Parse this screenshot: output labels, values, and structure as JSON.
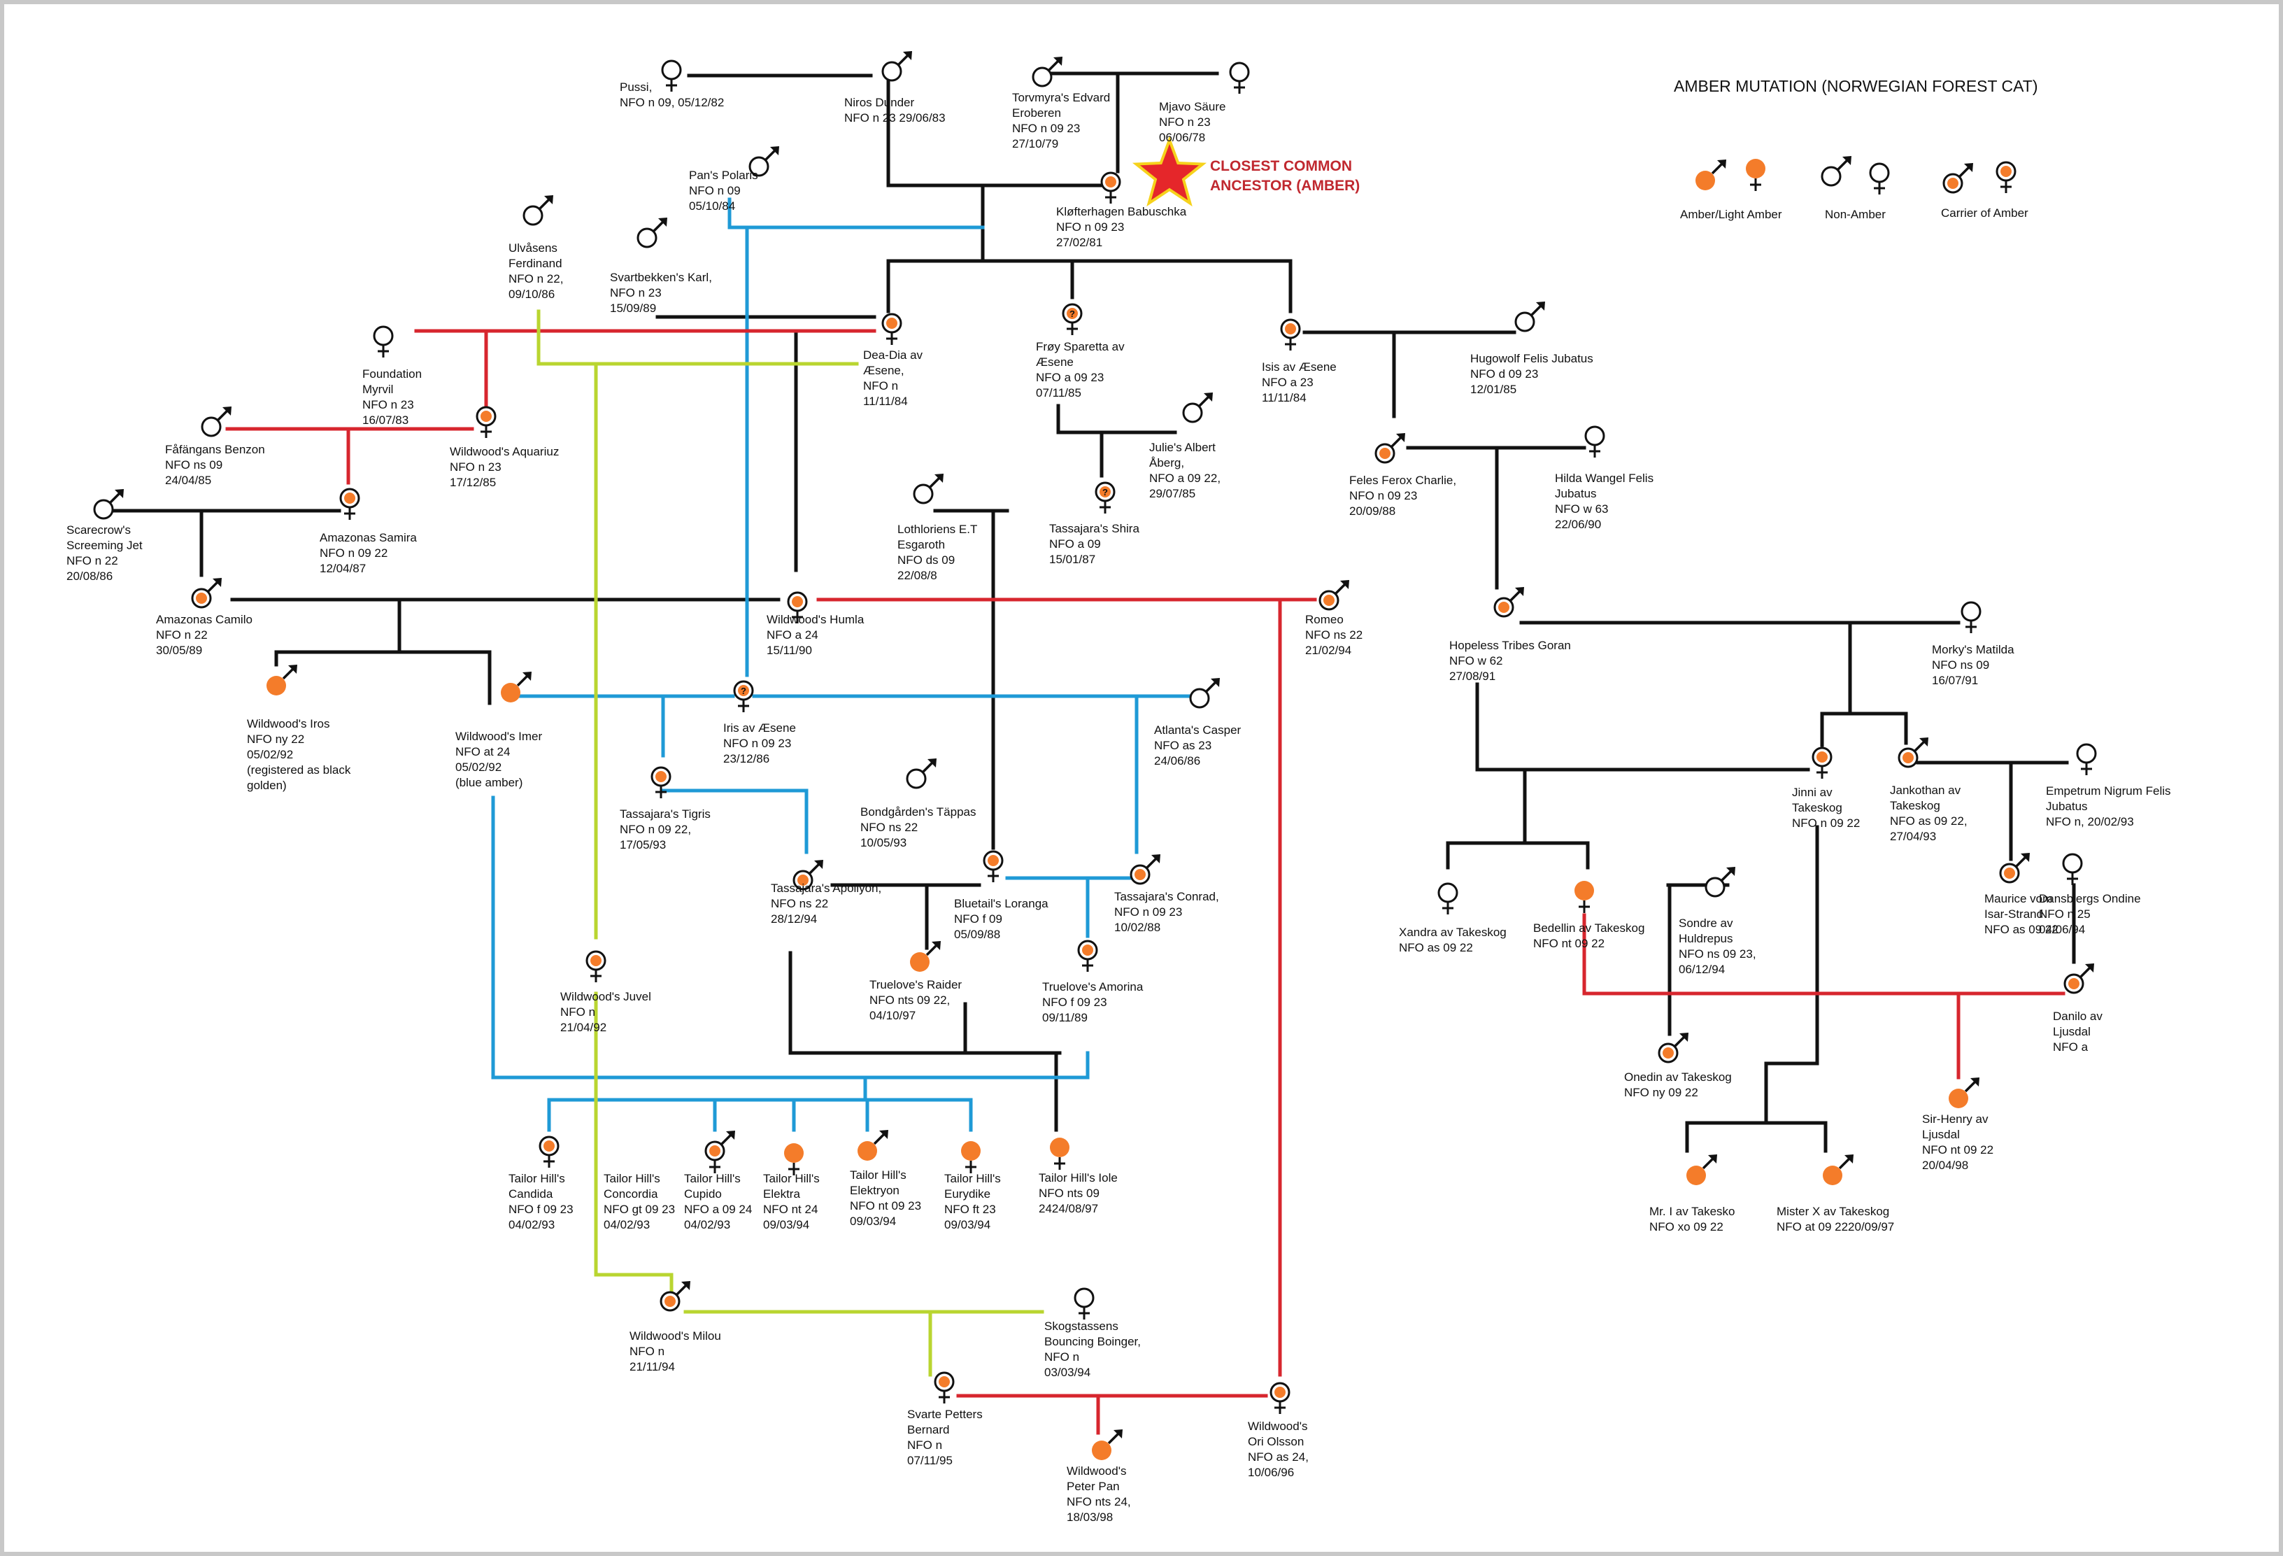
{
  "title": "AMBER MUTATION (NORWEGIAN FOREST CAT)",
  "closest_ancestor": [
    "CLOSEST COMMON",
    "ANCESTOR (AMBER)"
  ],
  "legend": [
    {
      "label": "Amber/Light Amber",
      "status": "amber"
    },
    {
      "label": "Non-Amber",
      "status": "non"
    },
    {
      "label": "Carrier of Amber",
      "status": "carrier"
    }
  ],
  "colors": {
    "amber": "#f47c2a",
    "black": "#111111",
    "blue": "#1f9ad6",
    "red": "#d7262e",
    "green": "#b9d530",
    "star": "#e5262a",
    "star_outline": "#f6d21c"
  },
  "cats": [
    {
      "id": "pussi",
      "sex": "f",
      "status": "non",
      "lines": [
        "Pussi,",
        "NFO n 09, 05/12/82"
      ]
    },
    {
      "id": "niros",
      "sex": "m",
      "status": "non",
      "lines": [
        "Niros Dunder",
        "NFO n 23  29/06/83"
      ]
    },
    {
      "id": "torvmyra",
      "sex": "m",
      "status": "non",
      "lines": [
        "Torvmyra's Edvard",
        "Eroberen",
        "NFO n 09 23",
        "27/10/79"
      ]
    },
    {
      "id": "mjavo",
      "sex": "f",
      "status": "non",
      "lines": [
        "Mjavo Säure",
        "NFO n 23",
        "06/06/78"
      ]
    },
    {
      "id": "pans",
      "sex": "m",
      "status": "non",
      "lines": [
        "Pan's Polaris",
        "NFO n 09",
        "05/10/84"
      ]
    },
    {
      "id": "babuschka",
      "sex": "f",
      "status": "carrier",
      "lines": [
        "Kløfterhagen Babuschka",
        "NFO n 09 23",
        "27/02/81"
      ]
    },
    {
      "id": "ulvasens",
      "sex": "m",
      "status": "non",
      "lines": [
        "Ulvåsens",
        "Ferdinand",
        "NFO n 22,",
        "09/10/86"
      ]
    },
    {
      "id": "svartbekken",
      "sex": "m",
      "status": "non",
      "lines": [
        "Svartbekken's Karl,",
        "NFO n 23",
        "15/09/89"
      ]
    },
    {
      "id": "myrvil",
      "sex": "f",
      "status": "non",
      "lines": [
        "Foundation",
        "Myrvil",
        "NFO n 23",
        "16/07/83"
      ]
    },
    {
      "id": "deadia",
      "sex": "f",
      "status": "carrier",
      "lines": [
        "Dea-Dia av",
        "Æsene,",
        "NFO n",
        "11/11/84"
      ]
    },
    {
      "id": "froy",
      "sex": "f",
      "status": "unknown",
      "lines": [
        "Frøy Sparetta av",
        "Æsene",
        "NFO a 09 23",
        "07/11/85"
      ]
    },
    {
      "id": "isis",
      "sex": "f",
      "status": "carrier",
      "lines": [
        "Isis av Æsene",
        "NFO a 23",
        "11/11/84"
      ]
    },
    {
      "id": "hugowolf",
      "sex": "m",
      "status": "non",
      "lines": [
        "Hugowolf Felis Jubatus",
        "NFO d 09 23",
        "12/01/85"
      ]
    },
    {
      "id": "fafangans",
      "sex": "m",
      "status": "non",
      "lines": [
        "Fåfängans Benzon",
        "NFO ns 09",
        "24/04/85"
      ]
    },
    {
      "id": "aquariuz",
      "sex": "f",
      "status": "carrier",
      "lines": [
        "Wildwood's Aquariuz",
        "NFO n 23",
        "17/12/85"
      ]
    },
    {
      "id": "julies",
      "sex": "m",
      "status": "non",
      "lines": [
        "Julie's Albert",
        "Åberg,",
        "NFO a 09 22,",
        "29/07/85"
      ]
    },
    {
      "id": "feles",
      "sex": "m",
      "status": "carrier",
      "lines": [
        "Feles Ferox Charlie,",
        "NFO n 09 23",
        "20/09/88"
      ]
    },
    {
      "id": "hilda",
      "sex": "f",
      "status": "non",
      "lines": [
        "Hilda Wangel Felis",
        "Jubatus",
        "NFO w 63",
        "22/06/90"
      ]
    },
    {
      "id": "scarecrow",
      "sex": "m",
      "status": "non",
      "lines": [
        "Scarecrow's",
        "Screeming Jet",
        "NFO n 22",
        "20/08/86"
      ]
    },
    {
      "id": "samira",
      "sex": "f",
      "status": "carrier",
      "lines": [
        "Amazonas Samira",
        "NFO n 09 22",
        "12/04/87"
      ]
    },
    {
      "id": "lothloriens",
      "sex": "m",
      "status": "non",
      "lines": [
        "Lothloriens E.T",
        "Esgaroth",
        "NFO ds 09",
        "22/08/8"
      ]
    },
    {
      "id": "shira",
      "sex": "f",
      "status": "unknown",
      "lines": [
        "Tassajara's Shira",
        "NFO a 09",
        "15/01/87"
      ]
    },
    {
      "id": "camilo",
      "sex": "m",
      "status": "carrier",
      "lines": [
        "Amazonas Camilo",
        "NFO n 22",
        "30/05/89"
      ]
    },
    {
      "id": "humla",
      "sex": "f",
      "status": "carrier",
      "lines": [
        "Wildwood's Humla",
        "NFO a 24",
        "15/11/90"
      ]
    },
    {
      "id": "romeo",
      "sex": "m",
      "status": "carrier",
      "lines": [
        "Romeo",
        "NFO ns 22",
        "21/02/94"
      ]
    },
    {
      "id": "goran",
      "sex": "m",
      "status": "carrier",
      "lines": [
        "Hopeless Tribes Goran",
        "NFO w 62",
        "27/08/91"
      ]
    },
    {
      "id": "morkys",
      "sex": "f",
      "status": "non",
      "lines": [
        "Morky's Matilda",
        "NFO ns 09",
        "16/07/91"
      ]
    },
    {
      "id": "iros",
      "sex": "m",
      "status": "amber",
      "lines": [
        "Wildwood's Iros",
        "NFO ny 22",
        "05/02/92",
        "(registered as black",
        "golden)"
      ]
    },
    {
      "id": "imer",
      "sex": "m",
      "status": "amber",
      "lines": [
        "Wildwood's Imer",
        "NFO at 24",
        "05/02/92",
        "(blue amber)"
      ]
    },
    {
      "id": "iris",
      "sex": "f",
      "status": "unknown",
      "lines": [
        "Iris av Æsene",
        "NFO n 09 23",
        "23/12/86"
      ]
    },
    {
      "id": "casper",
      "sex": "m",
      "status": "non",
      "lines": [
        "Atlanta's Casper",
        "NFO as 23",
        "24/06/86"
      ]
    },
    {
      "id": "tigris",
      "sex": "f",
      "status": "carrier",
      "lines": [
        "Tassajara's Tigris",
        "NFO n 09 22,",
        "17/05/93"
      ]
    },
    {
      "id": "tappas",
      "sex": "m",
      "status": "non",
      "lines": [
        "Bondgården's Täppas",
        "NFO ns 22",
        "10/05/93"
      ]
    },
    {
      "id": "jinni",
      "sex": "f",
      "status": "carrier",
      "lines": [
        "Jinni av",
        "Takeskog",
        "NFO n 09 22"
      ]
    },
    {
      "id": "jankothan",
      "sex": "m",
      "status": "carrier",
      "lines": [
        "Jankothan av",
        "Takeskog",
        "NFO as 09 22,",
        "27/04/93"
      ]
    },
    {
      "id": "empetrum",
      "sex": "f",
      "status": "non",
      "lines": [
        "Empetrum Nigrum Felis",
        "Jubatus",
        "NFO n, 20/02/93"
      ]
    },
    {
      "id": "apollyon",
      "sex": "m",
      "status": "carrier",
      "lines": [
        "Tassajara's Apollyon,",
        "NFO ns 22",
        "28/12/94"
      ]
    },
    {
      "id": "loranga",
      "sex": "f",
      "status": "carrier",
      "lines": [
        "Bluetail's Loranga",
        "NFO f 09",
        "05/09/88"
      ]
    },
    {
      "id": "conrad",
      "sex": "m",
      "status": "carrier",
      "lines": [
        "Tassajara's Conrad,",
        "NFO n 09 23",
        "10/02/88"
      ]
    },
    {
      "id": "xandra",
      "sex": "f",
      "status": "non",
      "lines": [
        "Xandra av Takeskog",
        "NFO as 09 22"
      ]
    },
    {
      "id": "bedellin",
      "sex": "f",
      "status": "amber",
      "lines": [
        "Bedellin av Takeskog",
        "NFO nt 09 22"
      ]
    },
    {
      "id": "sondre",
      "sex": "m",
      "status": "non",
      "lines": [
        "Sondre av",
        "Huldrepus",
        "NFO ns 09 23,",
        "06/12/94"
      ]
    },
    {
      "id": "maurice",
      "sex": "m",
      "status": "carrier",
      "lines": [
        "Maurice vom",
        "Isar-Strand",
        "NFO as 09 22"
      ]
    },
    {
      "id": "ondine",
      "sex": "f",
      "status": "non",
      "lines": [
        "Dansbjergs Ondine",
        "NFO n 25",
        "04/06/94"
      ]
    },
    {
      "id": "raider",
      "sex": "m",
      "status": "amber",
      "lines": [
        "Truelove's Raider",
        "NFO nts 09 22,",
        "04/10/97"
      ]
    },
    {
      "id": "amorina",
      "sex": "f",
      "status": "carrier",
      "lines": [
        "Truelove's Amorina",
        "NFO f 09 23",
        "09/11/89"
      ]
    },
    {
      "id": "juvel",
      "sex": "f",
      "status": "carrier",
      "lines": [
        "Wildwood's Juvel",
        "NFO n",
        "21/04/92"
      ]
    },
    {
      "id": "danilo",
      "sex": "m",
      "status": "carrier",
      "lines": [
        "Danilo av",
        "Ljusdal",
        "NFO a"
      ]
    },
    {
      "id": "onedin",
      "sex": "m",
      "status": "carrier",
      "lines": [
        "Onedin av Takeskog",
        "NFO ny 09 22"
      ]
    },
    {
      "id": "sirhenry",
      "sex": "m",
      "status": "amber",
      "lines": [
        "Sir-Henry av",
        "Ljusdal",
        "NFO nt 09 22",
        "20/04/98"
      ]
    },
    {
      "id": "candida",
      "sex": "f",
      "status": "carrier",
      "lines": [
        "Tailor Hill's",
        "Candida",
        "NFO f 09 23",
        "04/02/93"
      ]
    },
    {
      "id": "concordia",
      "sex": "f",
      "status": "amber",
      "lines": [
        "Tailor Hill's",
        "Concordia",
        "NFO gt 09 23",
        "04/02/93"
      ]
    },
    {
      "id": "cupido",
      "sex": "m",
      "status": "carrier",
      "lines": [
        "Tailor Hill's",
        "Cupido",
        "NFO a 09 24",
        "04/02/93"
      ]
    },
    {
      "id": "elektra",
      "sex": "f",
      "status": "amber",
      "lines": [
        "Tailor Hill's",
        "Elektra",
        "NFO nt 24",
        "09/03/94"
      ]
    },
    {
      "id": "elektryon",
      "sex": "m",
      "status": "amber",
      "lines": [
        "Tailor Hill's",
        "Elektryon",
        "NFO nt 09 23",
        "09/03/94"
      ]
    },
    {
      "id": "eurydike",
      "sex": "f",
      "status": "amber",
      "lines": [
        "Tailor Hill's",
        "Eurydike",
        "NFO ft 23",
        "09/03/94"
      ]
    },
    {
      "id": "iole",
      "sex": "f",
      "status": "amber",
      "lines": [
        "Tailor Hill's Iole",
        "NFO nts 09",
        "2424/08/97"
      ]
    },
    {
      "id": "mri",
      "sex": "m",
      "status": "amber",
      "lines": [
        "Mr. I av Takesko",
        "NFO xo 09 22"
      ]
    },
    {
      "id": "misterx",
      "sex": "m",
      "status": "amber",
      "lines": [
        "Mister X av Takeskog",
        "NFO at 09 2220/09/97"
      ]
    },
    {
      "id": "milou",
      "sex": "m",
      "status": "carrier",
      "lines": [
        "Wildwood's Milou",
        "NFO n",
        "21/11/94"
      ]
    },
    {
      "id": "skogstassens",
      "sex": "f",
      "status": "non",
      "lines": [
        "Skogstassens",
        "Bouncing Boinger,",
        "NFO n",
        "03/03/94"
      ]
    },
    {
      "id": "svarte",
      "sex": "f",
      "status": "carrier",
      "lines": [
        "Svarte Petters",
        "Bernard",
        "NFO n",
        "07/11/95"
      ]
    },
    {
      "id": "orjolsson",
      "sex": "f",
      "status": "carrier",
      "lines": [
        "Wildwood's",
        "Ori Olsson",
        "NFO as 24,",
        "10/06/96"
      ]
    },
    {
      "id": "peterpan",
      "sex": "m",
      "status": "amber",
      "lines": [
        "Wildwood's",
        "Peter Pan",
        "NFO nts 24,",
        "18/03/98"
      ]
    }
  ]
}
